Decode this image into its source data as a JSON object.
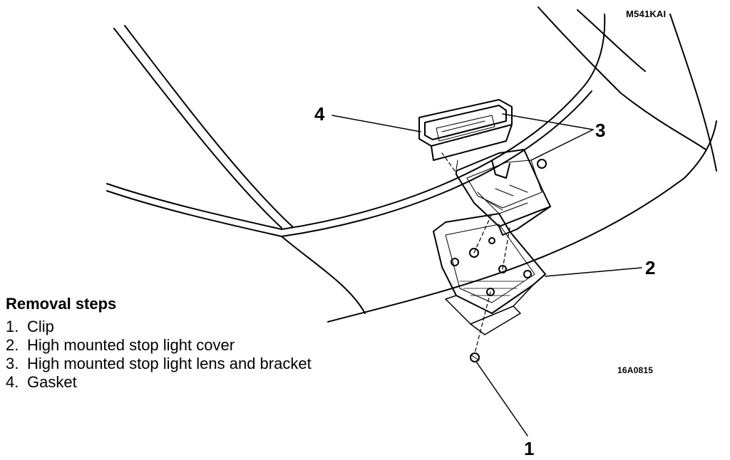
{
  "diagram": {
    "drawing_code": "M541KAI",
    "figure_code": "16A0815",
    "callouts": [
      "1",
      "2",
      "3",
      "4"
    ]
  },
  "removal_steps": {
    "title": "Removal steps",
    "items": [
      {
        "num": "1.",
        "text": "Clip"
      },
      {
        "num": "2.",
        "text": "High mounted stop light cover"
      },
      {
        "num": "3.",
        "text": "High mounted stop light lens and bracket"
      },
      {
        "num": "4.",
        "text": "Gasket"
      }
    ]
  }
}
